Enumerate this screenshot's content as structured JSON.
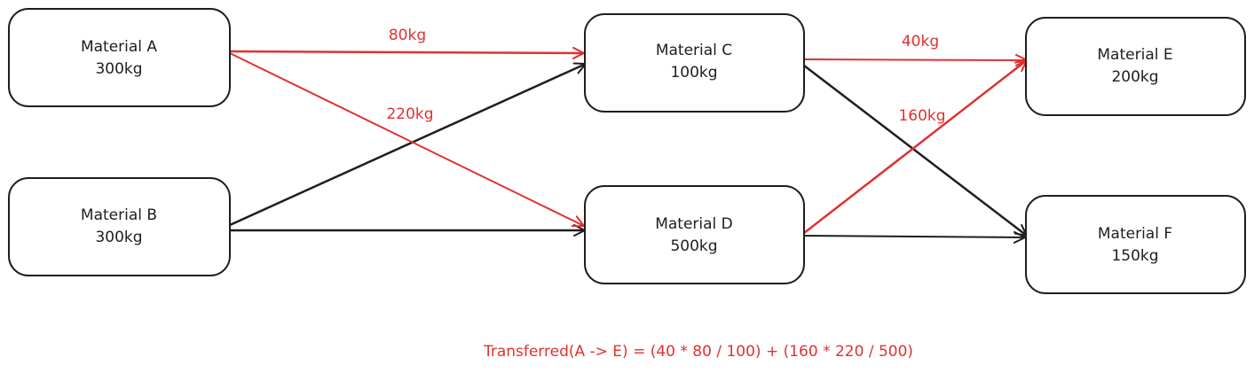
{
  "colors": {
    "ink": "#1e1e1e",
    "highlight": "#e03131",
    "background": "#ffffff"
  },
  "nodes": [
    {
      "id": "A",
      "name": "Material A",
      "amount": "300kg"
    },
    {
      "id": "B",
      "name": "Material B",
      "amount": "300kg"
    },
    {
      "id": "C",
      "name": "Material C",
      "amount": "100kg"
    },
    {
      "id": "D",
      "name": "Material D",
      "amount": "500kg"
    },
    {
      "id": "E",
      "name": "Material E",
      "amount": "200kg"
    },
    {
      "id": "F",
      "name": "Material F",
      "amount": "150kg"
    }
  ],
  "edges": [
    {
      "from": "A",
      "to": "C",
      "label": "80kg",
      "highlighted": true
    },
    {
      "from": "A",
      "to": "D",
      "label": "220kg",
      "highlighted": true
    },
    {
      "from": "B",
      "to": "C",
      "label": "",
      "highlighted": false
    },
    {
      "from": "B",
      "to": "D",
      "label": "",
      "highlighted": false
    },
    {
      "from": "C",
      "to": "E",
      "label": "40kg",
      "highlighted": true
    },
    {
      "from": "C",
      "to": "F",
      "label": "",
      "highlighted": false
    },
    {
      "from": "D",
      "to": "E",
      "label": "160kg",
      "highlighted": true
    },
    {
      "from": "D",
      "to": "F",
      "label": "",
      "highlighted": false
    }
  ],
  "formula": "Transferred(A -> E) = (40 * 80 / 100) + (160 * 220 / 500)"
}
